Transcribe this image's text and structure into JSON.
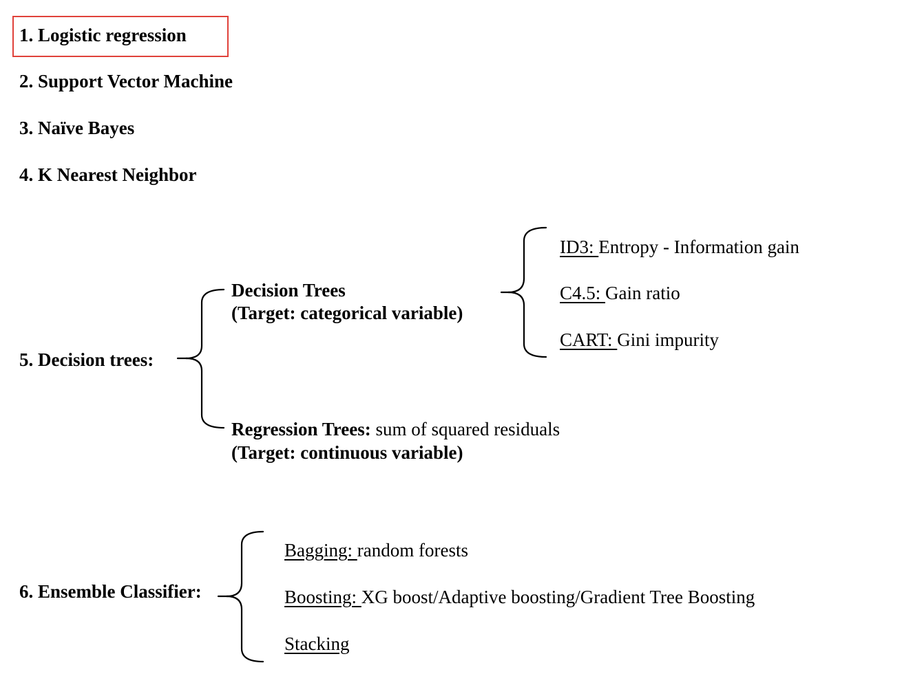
{
  "highlight_color": "#e0413a",
  "items": [
    {
      "label": "1. Logistic regression"
    },
    {
      "label": "2. Support Vector Machine"
    },
    {
      "label": "3. Naïve Bayes"
    },
    {
      "label": "4. K Nearest Neighbor"
    },
    {
      "label": "5. Decision trees:"
    },
    {
      "label": "6. Ensemble Classifier:"
    }
  ],
  "decision_trees": {
    "classification": {
      "title": "Decision Trees",
      "target": "(Target: categorical variable)",
      "algorithms": [
        {
          "name": "ID3: ",
          "criterion": "Entropy - Information gain"
        },
        {
          "name": "C4.5: ",
          "criterion": "Gain ratio"
        },
        {
          "name": "CART: ",
          "criterion": "Gini impurity"
        }
      ]
    },
    "regression": {
      "title": "Regression Trees:",
      "criterion": " sum of squared residuals",
      "target": "(Target: continuous variable)"
    }
  },
  "ensemble": [
    {
      "name": "Bagging: ",
      "detail": "random forests"
    },
    {
      "name": "Boosting: ",
      "detail": "XG boost/Adaptive boosting/Gradient Tree Boosting"
    },
    {
      "name": "Stacking",
      "detail": ""
    }
  ]
}
